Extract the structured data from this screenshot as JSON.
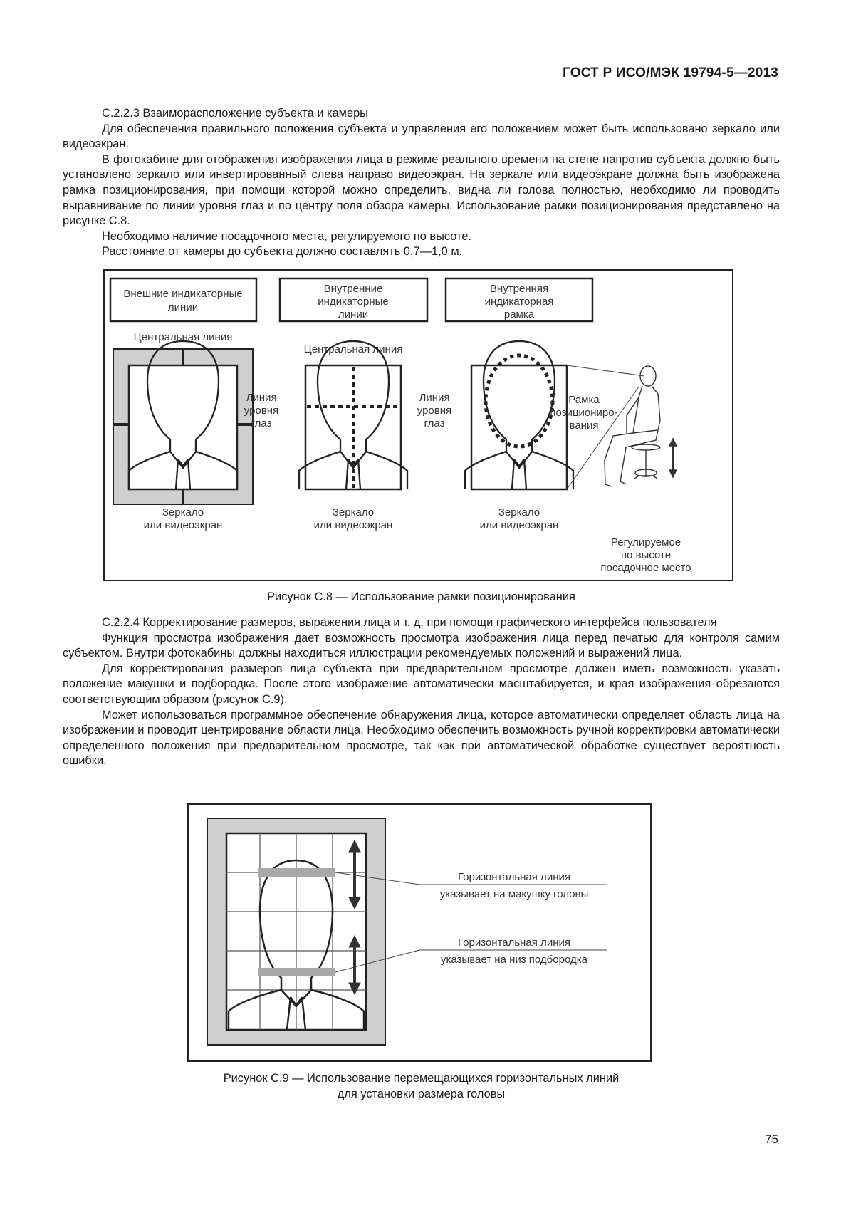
{
  "header": {
    "doc_id": "ГОСТ Р ИСО/МЭК 19794-5—2013"
  },
  "section1": {
    "heading": "С.2.2.3  Взаиморасположение субъекта и камеры",
    "paragraphs": [
      "Для обеспечения правильного положения субъекта и управления его положением может быть использовано зеркало или видеоэкран.",
      "В фотокабине для отображения изображения лица в режиме реального времени на стене напротив субъекта должно быть установлено зеркало или инвертированный слева направо видеоэкран. На зеркале или видеоэкране должна быть изображена рамка позиционирования, при помощи которой можно определить, видна ли голова полностью, необходимо ли проводить выравнивание по линии уровня глаз и по центру поля обзора камеры. Использование рамки позиционирования представлено на рисунке С.8.",
      "Необходимо наличие посадочного места, регулируемого по высоте.",
      "Расстояние от камеры до субъекта должно составлять 0,7—1,0 м."
    ]
  },
  "figure8": {
    "boxes": [
      [
        "Внешние индикаторные",
        "линии"
      ],
      [
        "Внутренние",
        "индикаторные",
        "линии"
      ],
      [
        "Внутренняя",
        "индикаторная",
        "рамка"
      ]
    ],
    "central_line_1": "Центральная линия",
    "central_line_2": "Центральная линия",
    "eye_level_1": [
      "Линия",
      "уровня",
      "глаз"
    ],
    "eye_level_2": [
      "Линия",
      "уровня",
      "глаз"
    ],
    "positioning_frame": [
      "Рамка",
      "позициониро-",
      "вания"
    ],
    "mirror_labels": [
      [
        "Зеркало",
        "или видеоэкран"
      ],
      [
        "Зеркало",
        "или видеоэкран"
      ],
      [
        "Зеркало",
        "или видеоэкран"
      ]
    ],
    "seat_label": [
      "Регулируемое",
      "по высоте",
      "посадочное место"
    ],
    "caption": "Рисунок С.8 — Использование рамки позиционирования"
  },
  "section2": {
    "heading": "С.2.2.4 Корректирование размеров, выражения лица и т. д. при помощи графического интерфейса пользователя",
    "paragraphs": [
      "Функция просмотра изображения дает возможность просмотра  изображения лица перед печатью для контроля самим субъектом. Внутри фотокабины должны находиться иллюстрации рекомендуемых положений и выражений лица.",
      "Для корректирования размеров лица субъекта при предварительном просмотре должен иметь возможность указать  положение макушки и подбородка. После этого изображение автоматически масштабируется, и края изображения обрезаются соответствующим образом (рисунок С.9).",
      "Может использоваться программное обеспечение обнаружения лица, которое автоматически определяет область лица на изображении и проводит центрирование области лица. Необходимо обеспечить возможность ручной корректировки автоматически определенного положения при предварительном просмотре, так как при автоматической обработке существует вероятность ошибки."
    ]
  },
  "figure9": {
    "label_top": [
      "Горизонтальная линия",
      "указывает на макушку головы"
    ],
    "label_bottom": [
      "Горизонтальная линия",
      "указывает на низ подбородка"
    ],
    "caption_line1": "Рисунок С.9 — Использование перемещающихся горизонтальных линий",
    "caption_line2": "для установки размера головы"
  },
  "page_number": "75"
}
